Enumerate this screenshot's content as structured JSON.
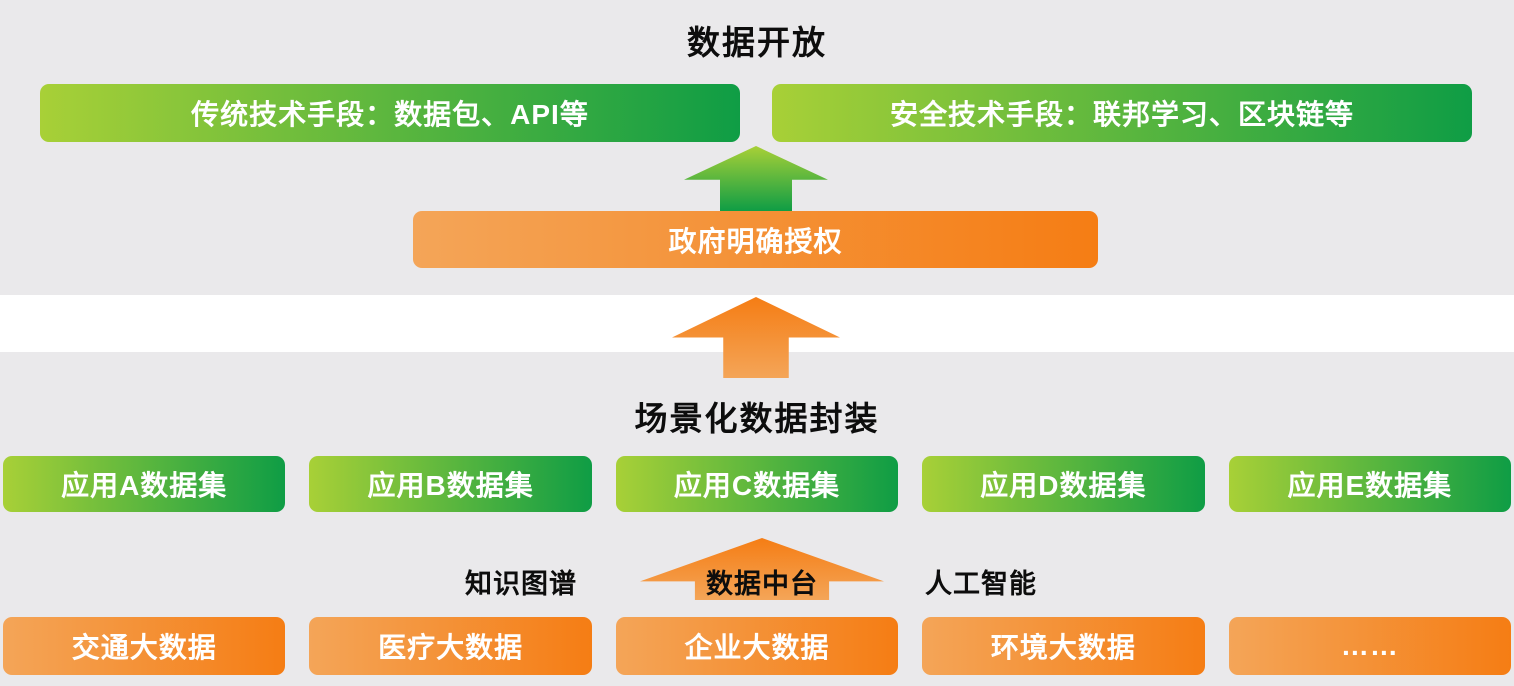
{
  "top": {
    "title": "数据开放",
    "method_bars": [
      {
        "label": "传统技术手段：数据包、API等"
      },
      {
        "label": "安全技术手段：联邦学习、区块链等"
      }
    ],
    "auth_label": "政府明确授权"
  },
  "bottom": {
    "title": "场景化数据封装",
    "dataset_bars": [
      {
        "label": "应用A数据集"
      },
      {
        "label": "应用B数据集"
      },
      {
        "label": "应用C数据集"
      },
      {
        "label": "应用D数据集"
      },
      {
        "label": "应用E数据集"
      }
    ],
    "mid_labels": {
      "left": "知识图谱",
      "center": "数据中台",
      "right": "人工智能"
    },
    "source_bars": [
      {
        "label": "交通大数据"
      },
      {
        "label": "医疗大数据"
      },
      {
        "label": "企业大数据"
      },
      {
        "label": "环境大数据"
      },
      {
        "label": "……"
      }
    ]
  },
  "colors": {
    "green_light": "#a8d037",
    "green_dark": "#0f9d45",
    "orange_light": "#f4a558",
    "orange_dark": "#f57d14",
    "background_gray": "#eae9eb"
  }
}
